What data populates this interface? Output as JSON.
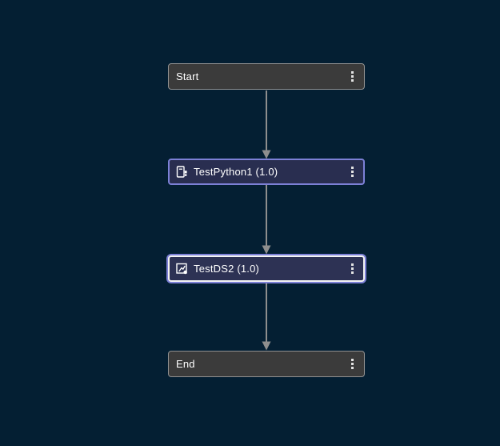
{
  "colors": {
    "canvas_bg": "#041f33",
    "node_default_fill": "#3b3b3b",
    "node_default_border": "#909090",
    "node_step_fill": "#292e50",
    "node_step_border": "#7c80d6",
    "node_selected_fill": "#2d3254",
    "node_selected_border": "#f3f3f3",
    "node_text": "#ffffff",
    "edge": "#8e8e8e",
    "kebab_dot": "#e4e4e4"
  },
  "nodes": [
    {
      "id": "start",
      "label": "Start",
      "kind": "start",
      "icon": null,
      "menu_icon": "kebab-menu-icon",
      "selected": false
    },
    {
      "id": "testpython1",
      "label": "TestPython1 (1.0)",
      "kind": "script-step",
      "icon": "script-file-icon",
      "menu_icon": "kebab-menu-icon",
      "selected": false
    },
    {
      "id": "testds2",
      "label": "TestDS2 (1.0)",
      "kind": "job-step",
      "icon": "experiment-icon",
      "menu_icon": "kebab-menu-icon",
      "selected": true
    },
    {
      "id": "end",
      "label": "End",
      "kind": "end",
      "icon": null,
      "menu_icon": "kebab-menu-icon",
      "selected": false
    }
  ],
  "connections": [
    {
      "from": "Start",
      "to": "TestPython1 (1.0)"
    },
    {
      "from": "TestPython1 (1.0)",
      "to": "TestDS2 (1.0)"
    },
    {
      "from": "TestDS2 (1.0)",
      "to": "End"
    }
  ]
}
